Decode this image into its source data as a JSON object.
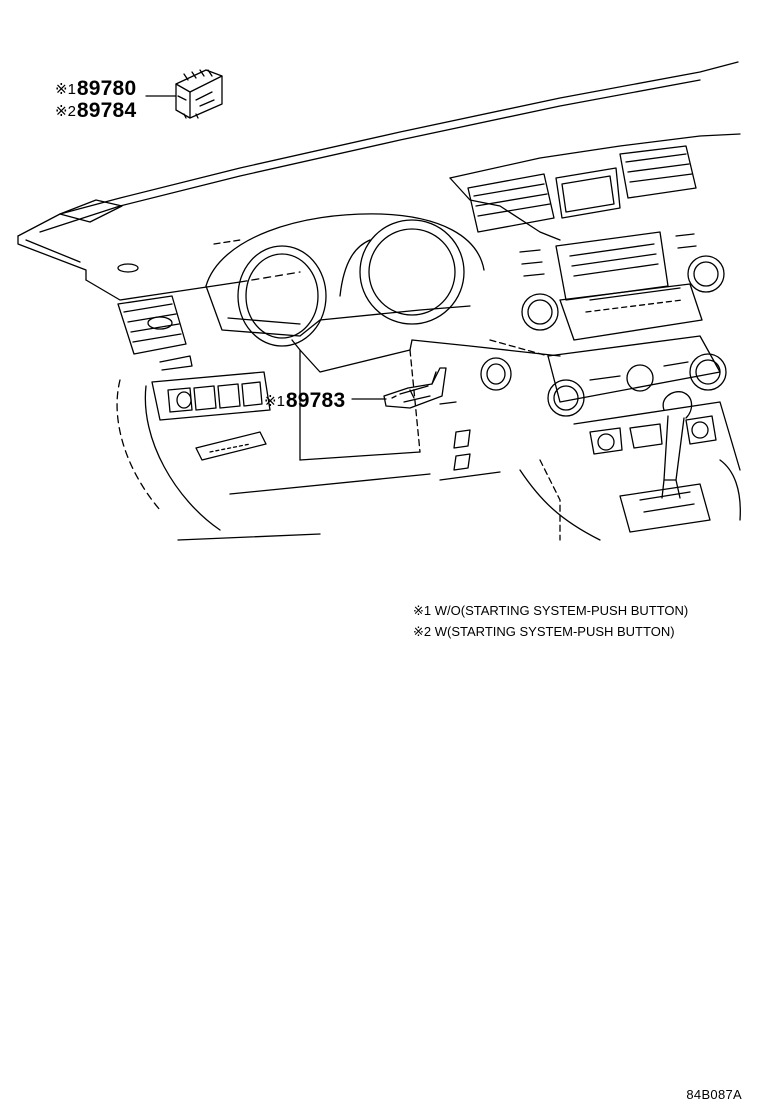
{
  "callouts": [
    {
      "mark": "※1",
      "part_number": "89780"
    },
    {
      "mark": "※2",
      "part_number": "89784"
    },
    {
      "mark": "※1",
      "part_number": "89783"
    }
  ],
  "notes": [
    {
      "mark": "※1",
      "text": "W/O(STARTING SYSTEM-PUSH BUTTON)"
    },
    {
      "mark": "※2",
      "text": "W(STARTING SYSTEM-PUSH BUTTON)"
    }
  ],
  "diagram_code": "84B087A",
  "colors": {
    "line": "#000000",
    "background": "#ffffff"
  }
}
